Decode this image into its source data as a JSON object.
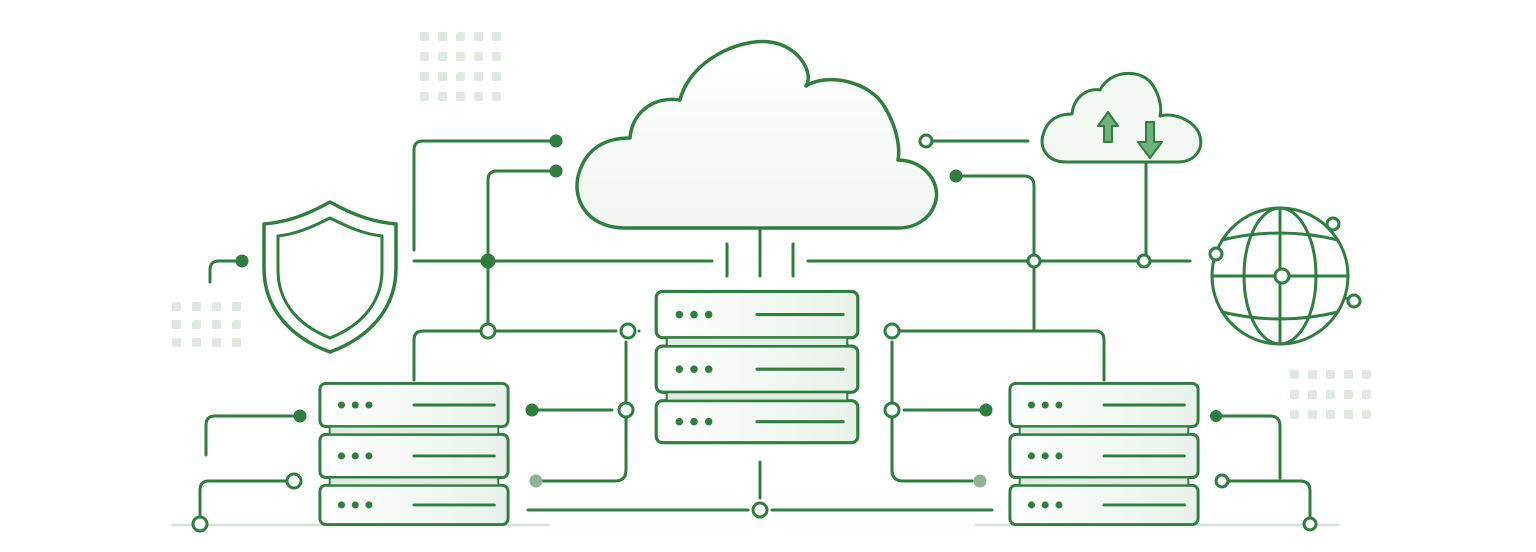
{
  "palette": {
    "line": "#2f7d3f",
    "line_light": "#7fae88",
    "fill_light": "#eef5ee",
    "dot_grid": "#dfe9e0",
    "background": "#ffffff"
  },
  "nodes": [
    {
      "name": "main-cloud",
      "icon": "cloud-icon"
    },
    {
      "name": "sync-cloud",
      "icon": "cloud-upload-download-icon"
    },
    {
      "name": "security-shield",
      "icon": "shield-icon"
    },
    {
      "name": "globe",
      "icon": "globe-icon"
    },
    {
      "name": "server-rack-center",
      "icon": "server-rack-icon",
      "units": 3
    },
    {
      "name": "server-rack-left",
      "icon": "server-rack-icon",
      "units": 3
    },
    {
      "name": "server-rack-right",
      "icon": "server-rack-icon",
      "units": 3
    }
  ]
}
